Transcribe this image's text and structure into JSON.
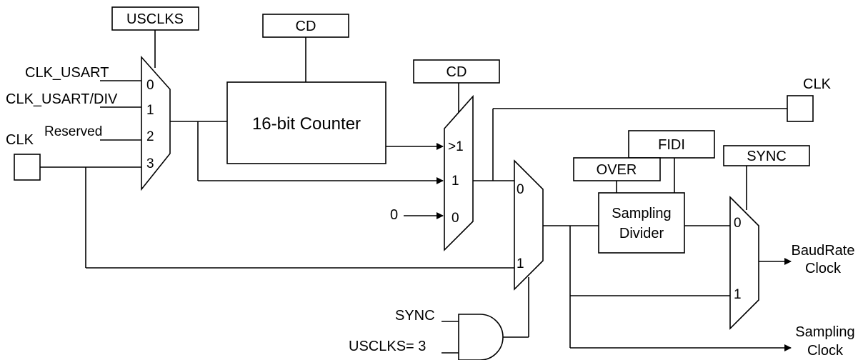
{
  "diagram": {
    "registers": {
      "usclks": "USCLKS",
      "cd_top": "CD",
      "cd_mux": "CD",
      "fidi": "FIDI",
      "over": "OVER",
      "sync": "SYNC"
    },
    "counter": "16-bit Counter",
    "divider": {
      "line1": "Sampling",
      "line2": "Divider"
    },
    "inputs": {
      "clk_usart": "CLK_USART",
      "clk_usart_div": "CLK_USART/DIV",
      "reserved": "Reserved",
      "clk_left": "CLK",
      "clk_right": "CLK",
      "zero": "0",
      "sync_gate": "SYNC",
      "usclks_eq": "USCLKS= 3"
    },
    "mux1": {
      "in0": "0",
      "in1": "1",
      "in2": "2",
      "in3": "3"
    },
    "mux2": {
      "in_gt1": ">1",
      "in1": "1",
      "in0": "0"
    },
    "mux3": {
      "in0": "0",
      "in1": "1"
    },
    "mux4": {
      "in0": "0",
      "in1": "1"
    },
    "outputs": {
      "baud_1": "BaudRate",
      "baud_2": "Clock",
      "samp_1": "Sampling",
      "samp_2": "Clock"
    }
  }
}
